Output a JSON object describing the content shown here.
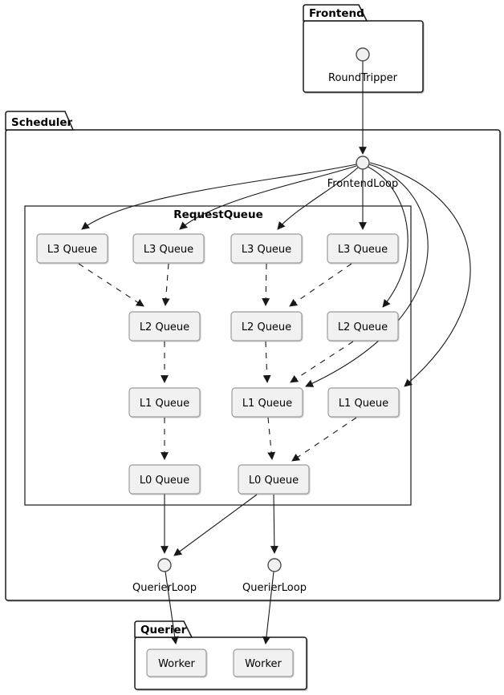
{
  "packages": {
    "frontend": {
      "label": "Frontend"
    },
    "scheduler": {
      "label": "Scheduler"
    },
    "request_queue": {
      "label": "RequestQueue"
    },
    "querier": {
      "label": "Querier"
    }
  },
  "nodes": {
    "round_tripper": {
      "label": "RoundTripper",
      "shape": "interface-circle"
    },
    "frontend_loop": {
      "label": "FrontendLoop",
      "shape": "interface-circle"
    },
    "querier_loop_1": {
      "label": "QuerierLoop",
      "shape": "interface-circle"
    },
    "querier_loop_2": {
      "label": "QuerierLoop",
      "shape": "interface-circle"
    }
  },
  "queues": {
    "l3": [
      "L3 Queue",
      "L3 Queue",
      "L3 Queue",
      "L3 Queue"
    ],
    "l2": [
      "L2 Queue",
      "L2 Queue",
      "L2 Queue"
    ],
    "l1": [
      "L1 Queue",
      "L1 Queue",
      "L1 Queue"
    ],
    "l0": [
      "L0 Queue",
      "L0 Queue"
    ]
  },
  "workers": [
    "Worker",
    "Worker"
  ],
  "edges": {
    "solid": [
      "RoundTripper -> FrontendLoop",
      "FrontendLoop -> L3 Queue (1)",
      "FrontendLoop -> L3 Queue (2)",
      "FrontendLoop -> L3 Queue (3)",
      "FrontendLoop -> L3 Queue (4)",
      "FrontendLoop -> L2 Queue (3)",
      "FrontendLoop -> L1 Queue (2)",
      "FrontendLoop -> L1 Queue (3)",
      "L0 Queue (1) -> QuerierLoop (1)",
      "L0 Queue (2) -> QuerierLoop (1)",
      "L0 Queue (2) -> QuerierLoop (2)",
      "QuerierLoop (1) -> Worker (1)",
      "QuerierLoop (2) -> Worker (2)"
    ],
    "dashed": [
      "L3 Queue (1) -> L2 Queue (1)",
      "L3 Queue (2) -> L2 Queue (1)",
      "L3 Queue (3) -> L2 Queue (2)",
      "L3 Queue (4) -> L2 Queue (2)",
      "L2 Queue (1) -> L1 Queue (1)",
      "L2 Queue (2) -> L1 Queue (2)",
      "L2 Queue (3) -> L1 Queue (2)",
      "L1 Queue (1) -> L0 Queue (1)",
      "L1 Queue (2) -> L0 Queue (2)",
      "L1 Queue (3) -> L0 Queue (2)"
    ]
  },
  "colors": {
    "background": "#FFFFFF",
    "package_border": "#181818",
    "node_fill": "#F1F1F1",
    "node_border": "#9B9B9B",
    "circle_border": "#4D4D4D",
    "edge": "#181818",
    "text": "#000000"
  }
}
